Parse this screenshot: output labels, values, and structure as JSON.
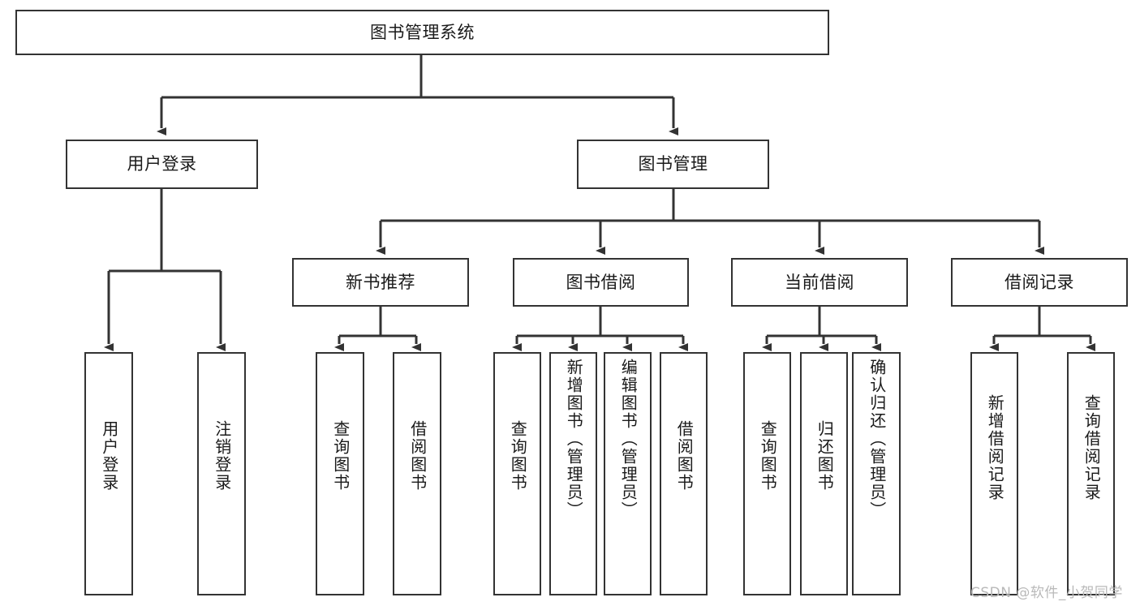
{
  "diagram": {
    "title_node": {
      "label": "图书管理系统"
    },
    "level2": [
      {
        "id": "user-login",
        "label": "用户登录"
      },
      {
        "id": "book-management",
        "label": "图书管理"
      }
    ],
    "level3": [
      {
        "id": "new-book-recommend",
        "label": "新书推荐"
      },
      {
        "id": "book-borrow",
        "label": "图书借阅"
      },
      {
        "id": "current-borrow",
        "label": "当前借阅"
      },
      {
        "id": "borrow-record",
        "label": "借阅记录"
      }
    ],
    "leaves": {
      "user_login": [
        {
          "id": "leaf-user-login",
          "label": "用户登录"
        },
        {
          "id": "leaf-logout-login",
          "label": "注销登录"
        }
      ],
      "new_book_recommend": [
        {
          "id": "leaf-query-book-1",
          "label": "查询图书"
        },
        {
          "id": "leaf-borrow-book-1",
          "label": "借阅图书"
        }
      ],
      "book_borrow": [
        {
          "id": "leaf-query-book-2",
          "label": "查询图书"
        },
        {
          "id": "leaf-add-book-admin",
          "label": "新增图书（管理员）"
        },
        {
          "id": "leaf-edit-book-admin",
          "label": "编辑图书（管理员）"
        },
        {
          "id": "leaf-borrow-book-2",
          "label": "借阅图书"
        }
      ],
      "current_borrow": [
        {
          "id": "leaf-query-book-3",
          "label": "查询图书"
        },
        {
          "id": "leaf-return-book",
          "label": "归还图书"
        },
        {
          "id": "leaf-confirm-return-admin",
          "label": "确认归还（管理员）"
        }
      ],
      "borrow_record": [
        {
          "id": "leaf-add-borrow-record",
          "label": "新增借阅记录"
        },
        {
          "id": "leaf-query-borrow-record",
          "label": "查询借阅记录"
        }
      ]
    }
  },
  "watermark": {
    "text": "CSDN @软件_小贺同学"
  },
  "colors": {
    "stroke": "#333333",
    "background": "#ffffff",
    "text": "#1a1a1a",
    "watermark": "#b9b9b9"
  }
}
